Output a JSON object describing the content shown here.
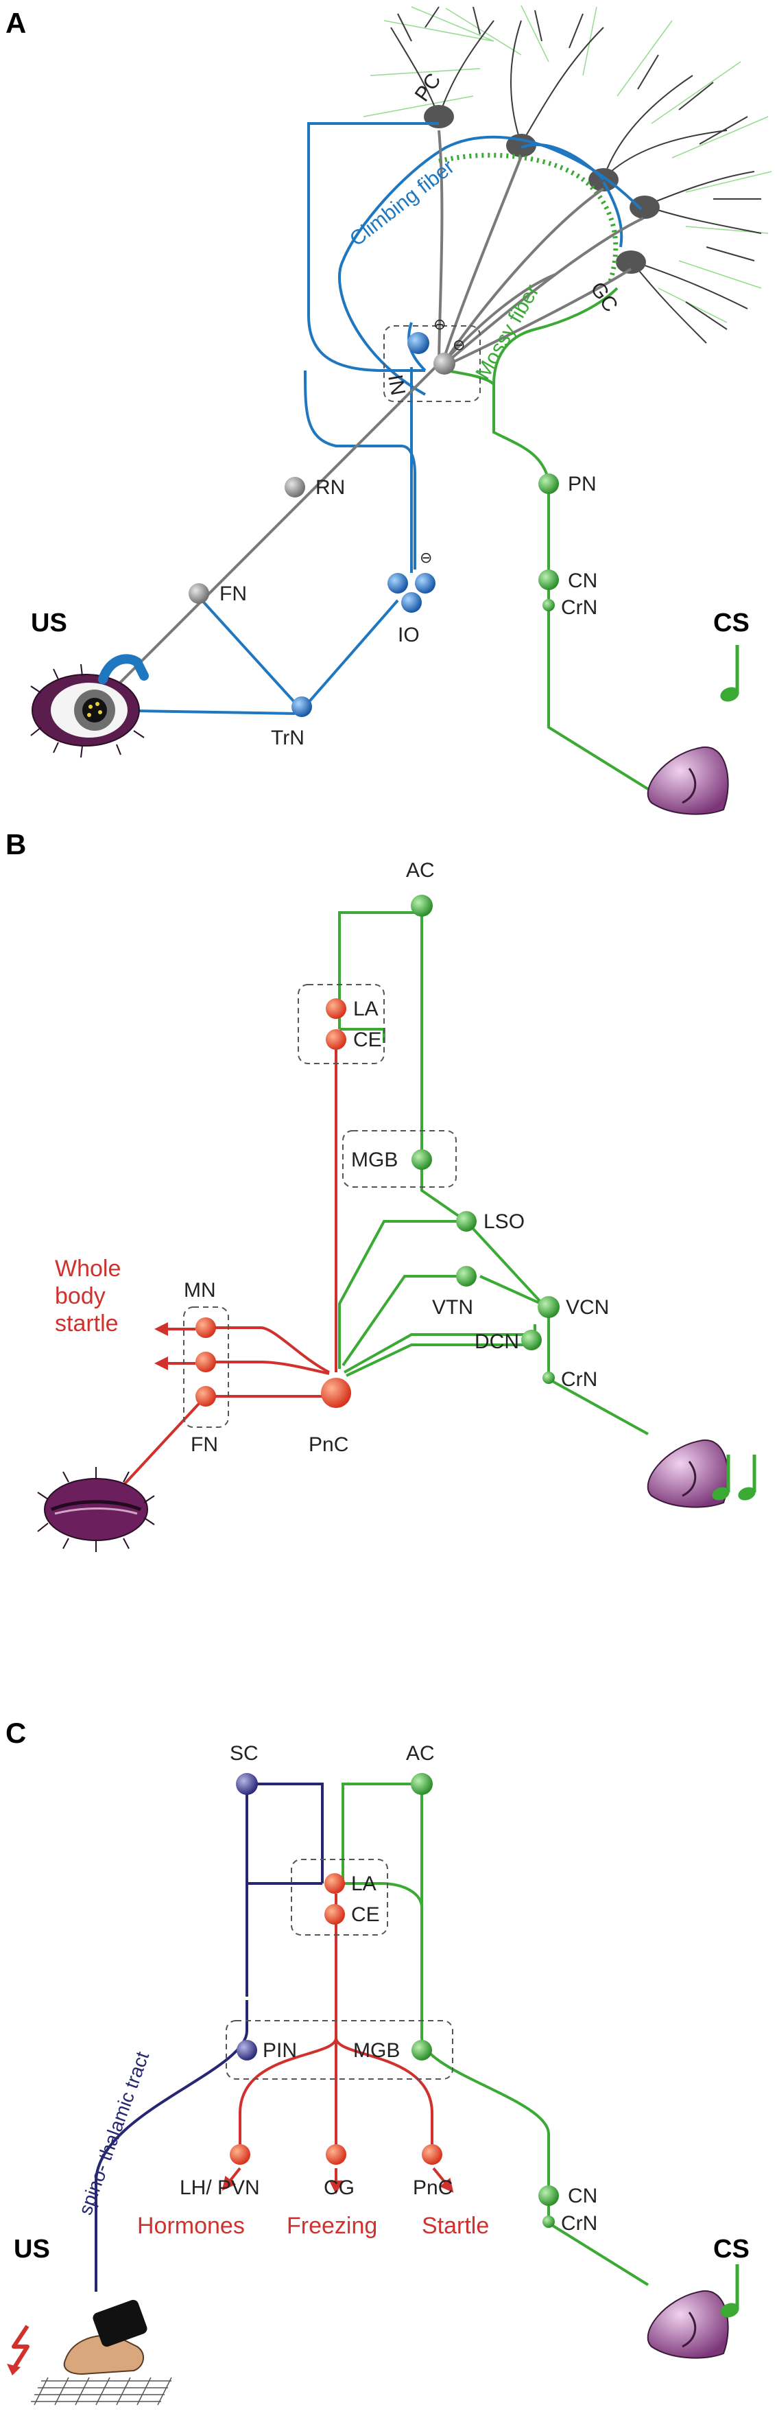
{
  "panel_a": {
    "letter": "A",
    "labels": {
      "pc": "PC",
      "gc": "GC",
      "in": "IN",
      "rn": "RN",
      "fn": "FN",
      "io": "IO",
      "trn": "TrN",
      "pn": "PN",
      "cn": "CN",
      "crn": "CrN",
      "us": "US",
      "cs": "CS"
    },
    "fibers": {
      "climbing": "Climbing fiber",
      "mossy": "Mossy fiber"
    },
    "inhibit_symbol": "⊖"
  },
  "panel_b": {
    "letter": "B",
    "labels": {
      "ac": "AC",
      "la": "LA",
      "ce": "CE",
      "mgb": "MGB",
      "lso": "LSO",
      "vtn": "VTN",
      "vcn": "VCN",
      "dcn": "DCN",
      "crn": "CrN",
      "mn": "MN",
      "fn": "FN",
      "pnc": "PnC"
    },
    "startle": [
      "Whole",
      "body",
      "startle"
    ]
  },
  "panel_c": {
    "letter": "C",
    "labels": {
      "sc": "SC",
      "ac": "AC",
      "la": "LA",
      "ce": "CE",
      "pin": "PIN",
      "mgb": "MGB",
      "lhpvn": "LH/ PVN",
      "cg": "CG",
      "pnc": "PnC",
      "cn": "CN",
      "crn": "CrN",
      "us": "US",
      "cs": "CS"
    },
    "tract": "spino- thalamic tract",
    "outputs": {
      "hormones": "Hormones",
      "freezing": "Freezing",
      "startle": "Startle"
    }
  },
  "colors": {
    "green": "#3aaa35",
    "blue": "#1f77c0",
    "gray": "#7a7a7a",
    "red": "#d0312d",
    "navy": "#262673",
    "purple": "#8a3f86"
  }
}
